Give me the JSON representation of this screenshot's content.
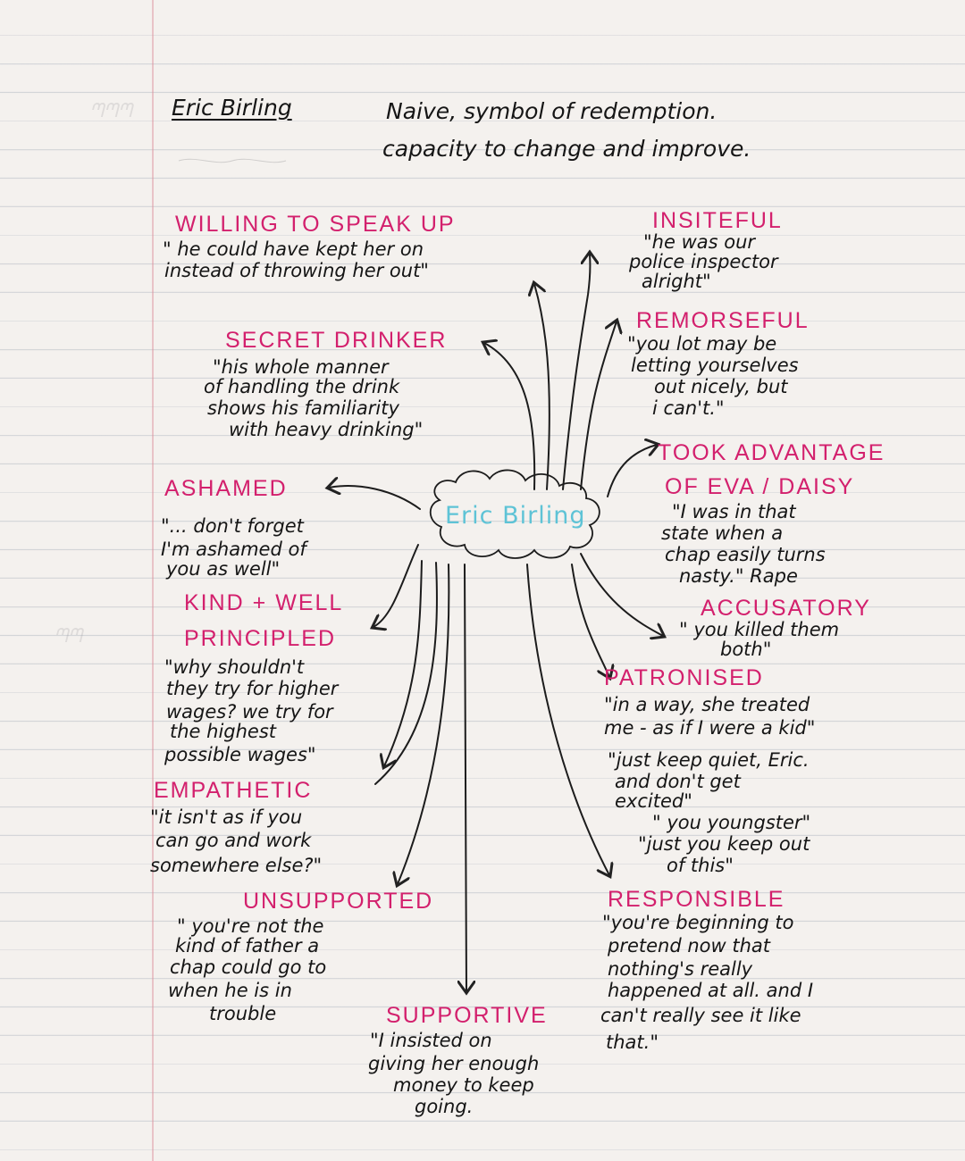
{
  "header": {
    "name": "Eric Birling",
    "line1": "Naive, symbol of redemption.",
    "line2": "capacity to change and improve."
  },
  "centre": {
    "label": "Eric Birling"
  },
  "colors": {
    "pink": "#d3206d",
    "cyan": "#5ec3d6",
    "ink": "#151515"
  },
  "traits": {
    "willing": {
      "heading": "WILLING TO SPEAK UP",
      "quote": [
        "\" he could have kept her on",
        "instead of throwing her out\""
      ]
    },
    "insiteful": {
      "heading": "INSITEFUL",
      "quote": [
        "\"he was our",
        "police inspector",
        "alright\""
      ]
    },
    "secret": {
      "heading": "SECRET DRINKER",
      "quote": [
        "\"his whole manner",
        "of handling the drink",
        "shows his familiarity",
        "with heavy drinking\""
      ]
    },
    "remorseful": {
      "heading": "REMORSEFUL",
      "quote": [
        "\"you lot may be",
        "letting yourselves",
        "out nicely, but",
        "i can't.\""
      ]
    },
    "took": {
      "heading": [
        "TOOK ADVANTAGE",
        "OF EVA / DAISY"
      ],
      "quote": [
        "\"I was in that",
        "state when a",
        "chap easily turns",
        "nasty.\" Rape"
      ]
    },
    "ashamed": {
      "heading": "ASHAMED",
      "quote": [
        "\"... don't forget",
        "I'm ashamed of",
        "you as well\""
      ]
    },
    "kind": {
      "heading": [
        "KIND + WELL",
        "PRINCIPLED"
      ],
      "quote": [
        "\"why shouldn't",
        "they try for higher",
        "wages? we try for",
        "the highest",
        "possible wages\""
      ]
    },
    "accusatory": {
      "heading": "ACCUSATORY",
      "quote": [
        "\" you killed them",
        "both\""
      ]
    },
    "patronised": {
      "heading": "PATRONISED",
      "quote": [
        "\"in a way, she treated",
        "me - as if I were a kid\"",
        "\"just keep quiet, Eric.",
        "and don't get",
        "excited\"",
        "\" you youngster\"",
        "\"just you keep out",
        "of this\""
      ]
    },
    "empathetic": {
      "heading": "EMPATHETIC",
      "quote": [
        "\"it isn't as if you",
        "can go and work",
        "somewhere else?\""
      ]
    },
    "unsupported": {
      "heading": "UNSUPPORTED",
      "quote": [
        "\" you're not the",
        "kind of father a",
        "chap could go to",
        "when he is in",
        "trouble"
      ]
    },
    "responsible": {
      "heading": "RESPONSIBLE",
      "quote": [
        "\"you're beginning to",
        "pretend now that",
        "nothing's really",
        "happened at all. and I",
        "can't really see it like",
        "that.\""
      ]
    },
    "supportive": {
      "heading": "SUPPORTIVE",
      "quote": [
        "\"I insisted on",
        "giving her enough",
        "money to keep",
        "going."
      ]
    }
  }
}
